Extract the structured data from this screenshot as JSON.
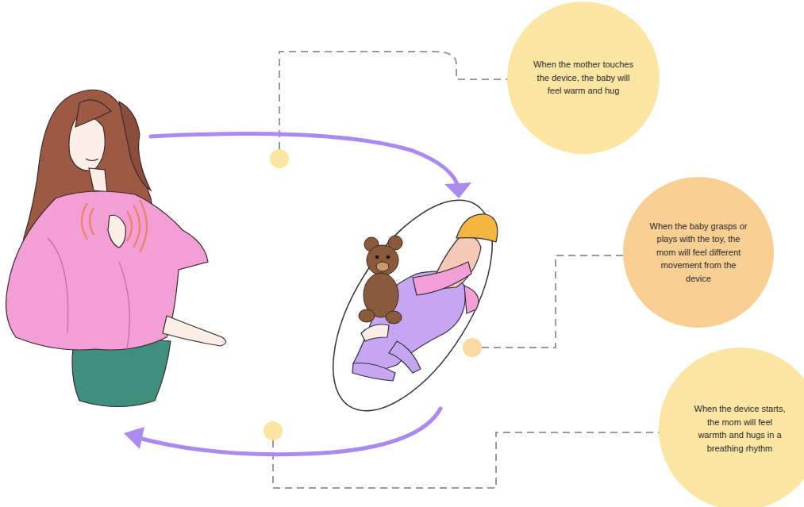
{
  "diagram": {
    "nodes": [
      {
        "text": [
          "When the mother touches the device, the baby will feel warm and hug"
        ]
      },
      {
        "text": [
          "When the baby grasps or plays with the toy, the mom will feel different movement from the device"
        ]
      },
      {
        "text": [
          "When the device starts, the mom will feel warmth and hugs in a breathing rhythm"
        ]
      }
    ]
  }
}
